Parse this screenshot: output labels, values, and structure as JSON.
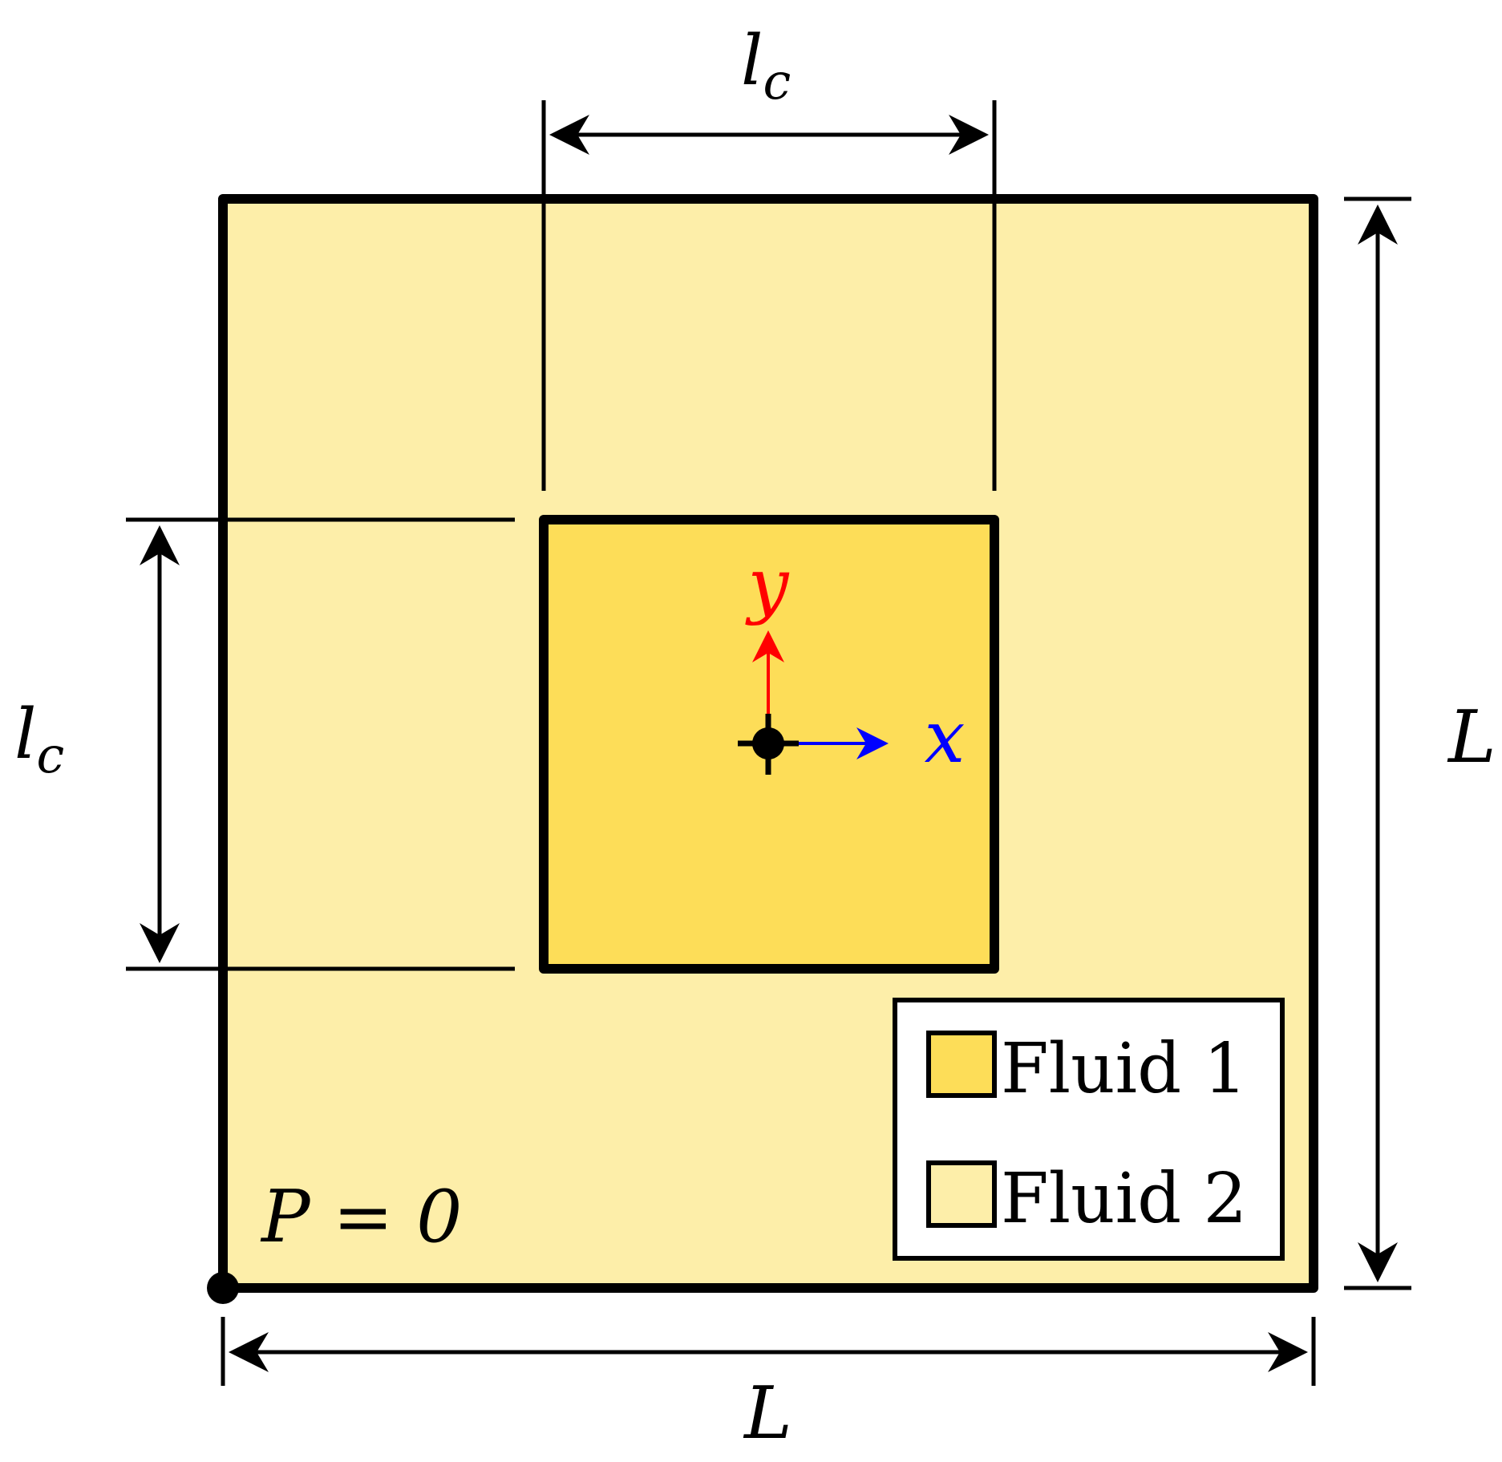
{
  "colors": {
    "fluid1": "#FDDD58",
    "fluid2": "#FDEEA9",
    "outline": "#000000",
    "y_axis": "#FF0000",
    "x_axis": "#0000FF",
    "background": "#FFFFFF"
  },
  "dimensions": {
    "top_lc": {
      "main": "l",
      "sub": "c"
    },
    "left_lc": {
      "main": "l",
      "sub": "c"
    },
    "right_L": "L",
    "bottom_L": "L"
  },
  "axes": {
    "x_label": "x",
    "y_label": "y"
  },
  "boundary_condition": {
    "text": "P = 0",
    "marker": "pressure-reference-point"
  },
  "legend": {
    "items": [
      {
        "label": "Fluid 1",
        "color_key": "fluid1"
      },
      {
        "label": "Fluid 2",
        "color_key": "fluid2"
      }
    ]
  }
}
